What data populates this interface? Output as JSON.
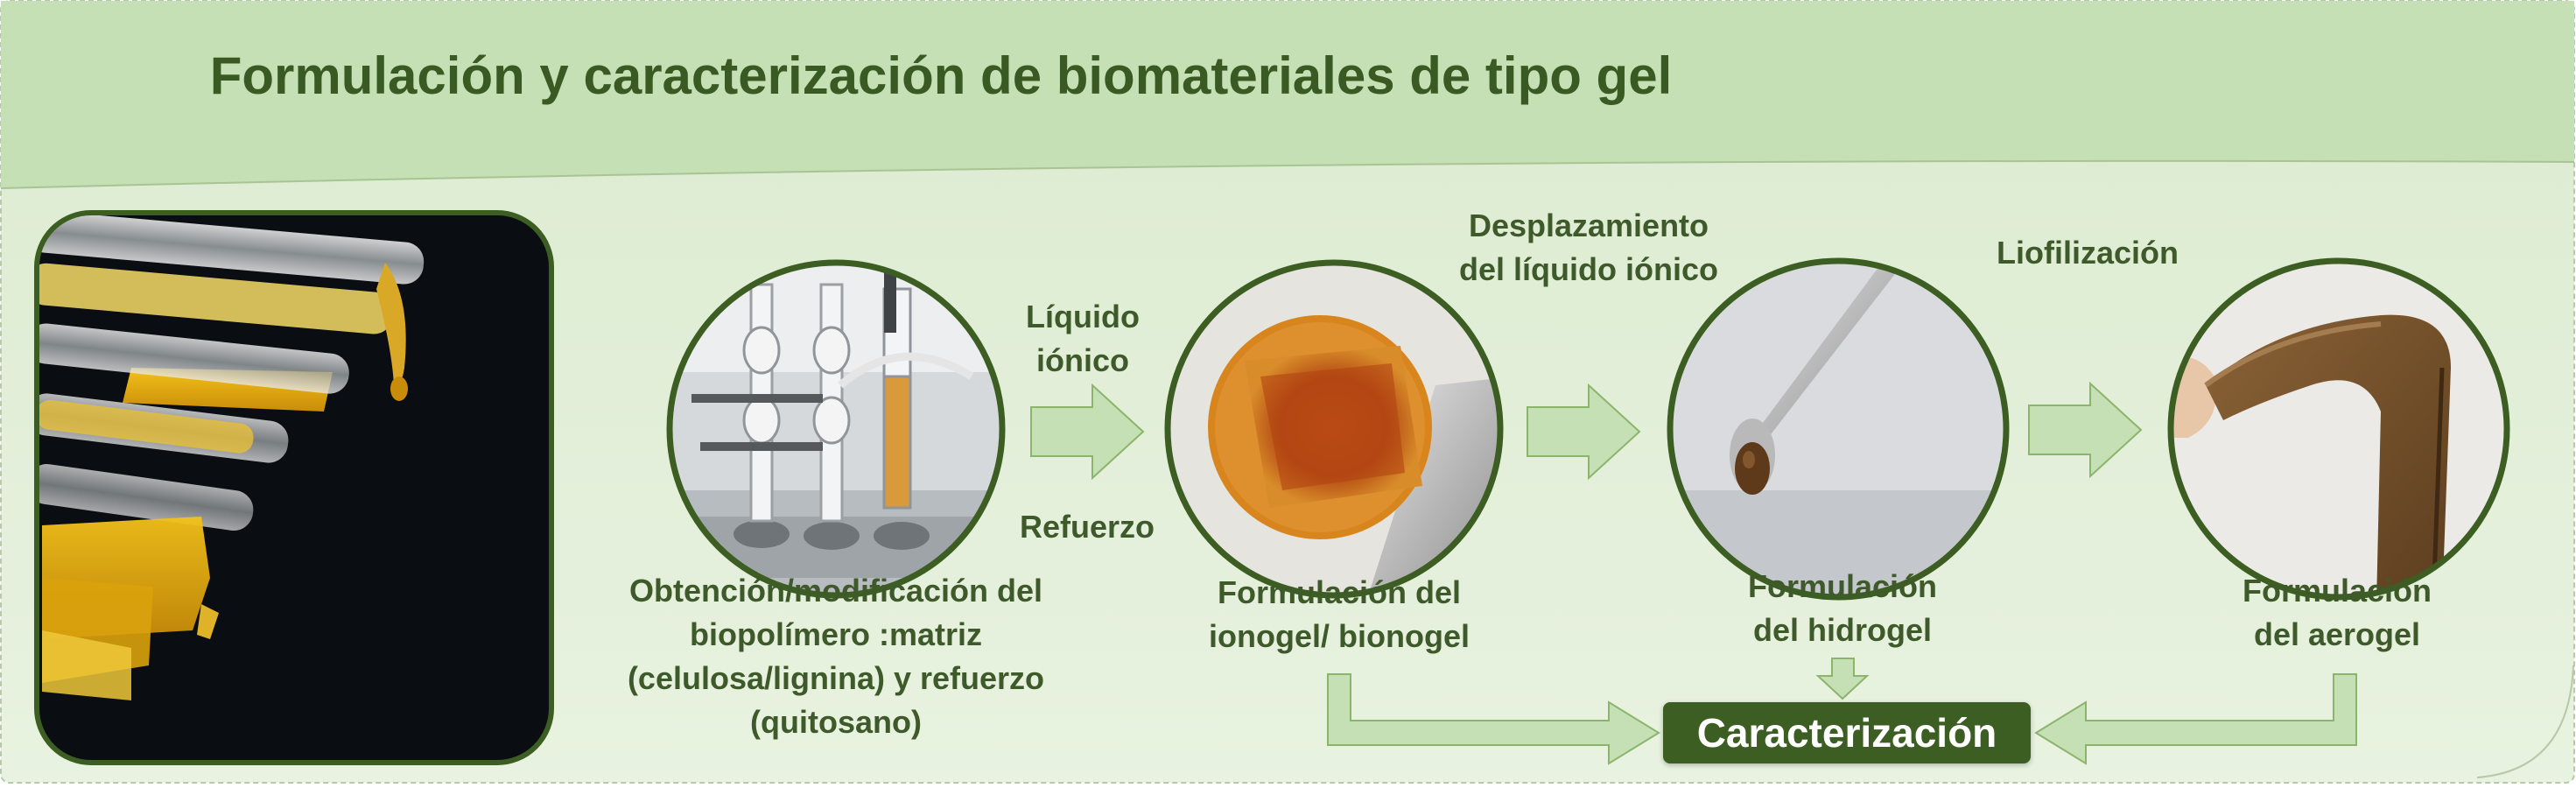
{
  "title": "Formulación y caracterización de biomateriales de tipo gel",
  "steps": [
    {
      "label_lines": [
        "Obtención/modificación del",
        "biopolímero :matriz",
        "(celulosa/lignina) y refuerzo",
        "(quitosano)"
      ]
    },
    {
      "label_lines": [
        "Formulación del",
        "ionogel/ bionogel"
      ]
    },
    {
      "label_lines": [
        "Formulación",
        "del hidrogel"
      ]
    },
    {
      "label_lines": [
        "Formulación",
        "del aerogel"
      ]
    }
  ],
  "transitions": {
    "liquid_lines": [
      "Líquido",
      "iónico"
    ],
    "reinforcement": "Refuerzo",
    "displacement_lines": [
      "Desplazamiento",
      "del líquido iónico"
    ],
    "lyophilization": "Liofilización"
  },
  "characterization": "Caracterización",
  "colors": {
    "header_bg": "#c5e0b4",
    "body_bg": "#e3efd9",
    "title": "#3a5a23",
    "dark_green": "#3d5e22",
    "arrow_fill": "#c5e0b4",
    "arrow_stroke": "#8cb56c",
    "text": "#3f5a2a"
  }
}
